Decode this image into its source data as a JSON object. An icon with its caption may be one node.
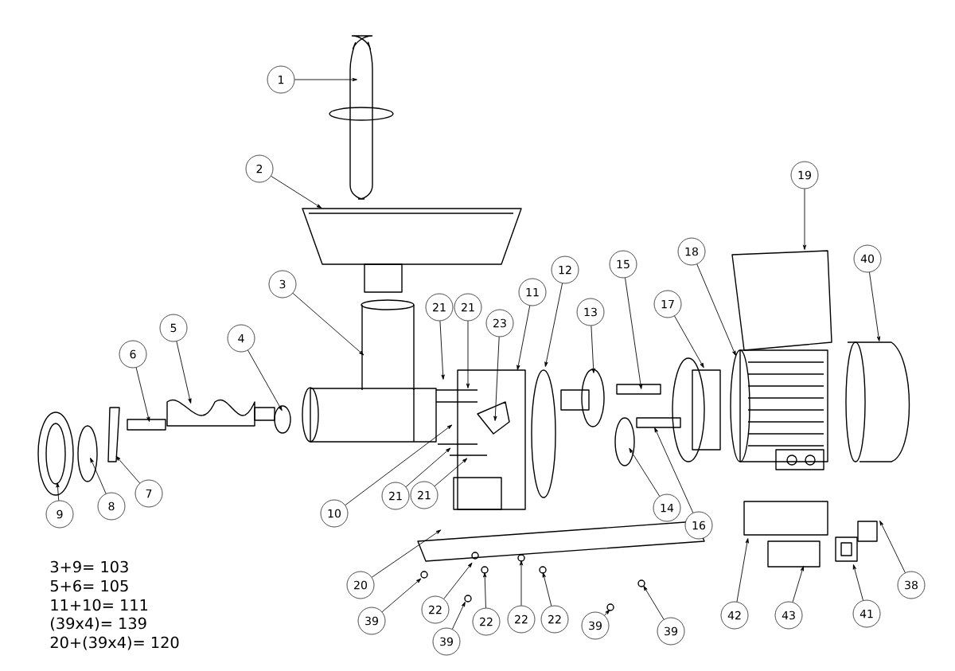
{
  "diagram": {
    "nodes": [
      {
        "text": [
          "1"
        ]
      },
      {
        "text": [
          "2"
        ]
      },
      {
        "text": [
          "3"
        ]
      },
      {
        "text": [
          "4"
        ]
      },
      {
        "text": [
          "5"
        ]
      },
      {
        "text": [
          "6"
        ]
      },
      {
        "text": [
          "7"
        ]
      },
      {
        "text": [
          "8"
        ]
      },
      {
        "text": [
          "9"
        ]
      },
      {
        "text": [
          "10"
        ]
      },
      {
        "text": [
          "11"
        ]
      },
      {
        "text": [
          "12"
        ]
      },
      {
        "text": [
          "13"
        ]
      },
      {
        "text": [
          "14"
        ]
      },
      {
        "text": [
          "15"
        ]
      },
      {
        "text": [
          "16"
        ]
      },
      {
        "text": [
          "17"
        ]
      },
      {
        "text": [
          "18"
        ]
      },
      {
        "text": [
          "19"
        ]
      },
      {
        "text": [
          "20"
        ]
      },
      {
        "text": [
          "21"
        ]
      },
      {
        "text": [
          "21"
        ]
      },
      {
        "text": [
          "21"
        ]
      },
      {
        "text": [
          "21"
        ]
      },
      {
        "text": [
          "22"
        ]
      },
      {
        "text": [
          "22"
        ]
      },
      {
        "text": [
          "22"
        ]
      },
      {
        "text": [
          "22"
        ]
      },
      {
        "text": [
          "23"
        ]
      },
      {
        "text": [
          "38"
        ]
      },
      {
        "text": [
          "39"
        ]
      },
      {
        "text": [
          "39"
        ]
      },
      {
        "text": [
          "39"
        ]
      },
      {
        "text": [
          "39"
        ]
      },
      {
        "text": [
          "40"
        ]
      },
      {
        "text": [
          "41"
        ]
      },
      {
        "text": [
          "42"
        ]
      },
      {
        "text": [
          "43"
        ]
      }
    ],
    "edges": [
      {
        "from": 0,
        "to": null,
        "arrow": "to"
      },
      {
        "from": 1,
        "to": null,
        "arrow": "to"
      },
      {
        "from": 2,
        "to": null,
        "arrow": "to"
      },
      {
        "from": 3,
        "to": null,
        "arrow": "to"
      },
      {
        "from": 4,
        "to": null,
        "arrow": "to"
      },
      {
        "from": 5,
        "to": null,
        "arrow": "to"
      },
      {
        "from": 6,
        "to": null,
        "arrow": "to"
      },
      {
        "from": 7,
        "to": null,
        "arrow": "to"
      },
      {
        "from": 8,
        "to": null,
        "arrow": "to"
      },
      {
        "from": 9,
        "to": null,
        "arrow": "to"
      },
      {
        "from": 10,
        "to": null,
        "arrow": "to"
      },
      {
        "from": 11,
        "to": null,
        "arrow": "to"
      },
      {
        "from": 12,
        "to": null,
        "arrow": "to"
      },
      {
        "from": 13,
        "to": null,
        "arrow": "to"
      },
      {
        "from": 14,
        "to": null,
        "arrow": "to"
      },
      {
        "from": 15,
        "to": null,
        "arrow": "to"
      },
      {
        "from": 16,
        "to": null,
        "arrow": "to"
      },
      {
        "from": 17,
        "to": null,
        "arrow": "to"
      },
      {
        "from": 18,
        "to": null,
        "arrow": "to"
      },
      {
        "from": 19,
        "to": null,
        "arrow": "to"
      },
      {
        "from": 20,
        "to": null,
        "arrow": "to"
      },
      {
        "from": 21,
        "to": null,
        "arrow": "to"
      },
      {
        "from": 22,
        "to": null,
        "arrow": "to"
      },
      {
        "from": 23,
        "to": null,
        "arrow": "to"
      },
      {
        "from": 24,
        "to": null,
        "arrow": "to"
      },
      {
        "from": 25,
        "to": null,
        "arrow": "to"
      },
      {
        "from": 26,
        "to": null,
        "arrow": "to"
      },
      {
        "from": 27,
        "to": null,
        "arrow": "to"
      },
      {
        "from": 28,
        "to": null,
        "arrow": "to"
      },
      {
        "from": 29,
        "to": null,
        "arrow": "to"
      },
      {
        "from": 30,
        "to": null,
        "arrow": "to"
      },
      {
        "from": 31,
        "to": null,
        "arrow": "to"
      },
      {
        "from": 32,
        "to": null,
        "arrow": "to"
      },
      {
        "from": 33,
        "to": null,
        "arrow": "to"
      },
      {
        "from": 34,
        "to": null,
        "arrow": "to"
      },
      {
        "from": 35,
        "to": null,
        "arrow": "to"
      },
      {
        "from": 36,
        "to": null,
        "arrow": "to"
      },
      {
        "from": 37,
        "to": null,
        "arrow": "to"
      }
    ],
    "labels": [
      "3+9= 103",
      "5+6= 105",
      "11+10= 111",
      "(39x4)= 139",
      "20+(39x4)= 120"
    ]
  }
}
